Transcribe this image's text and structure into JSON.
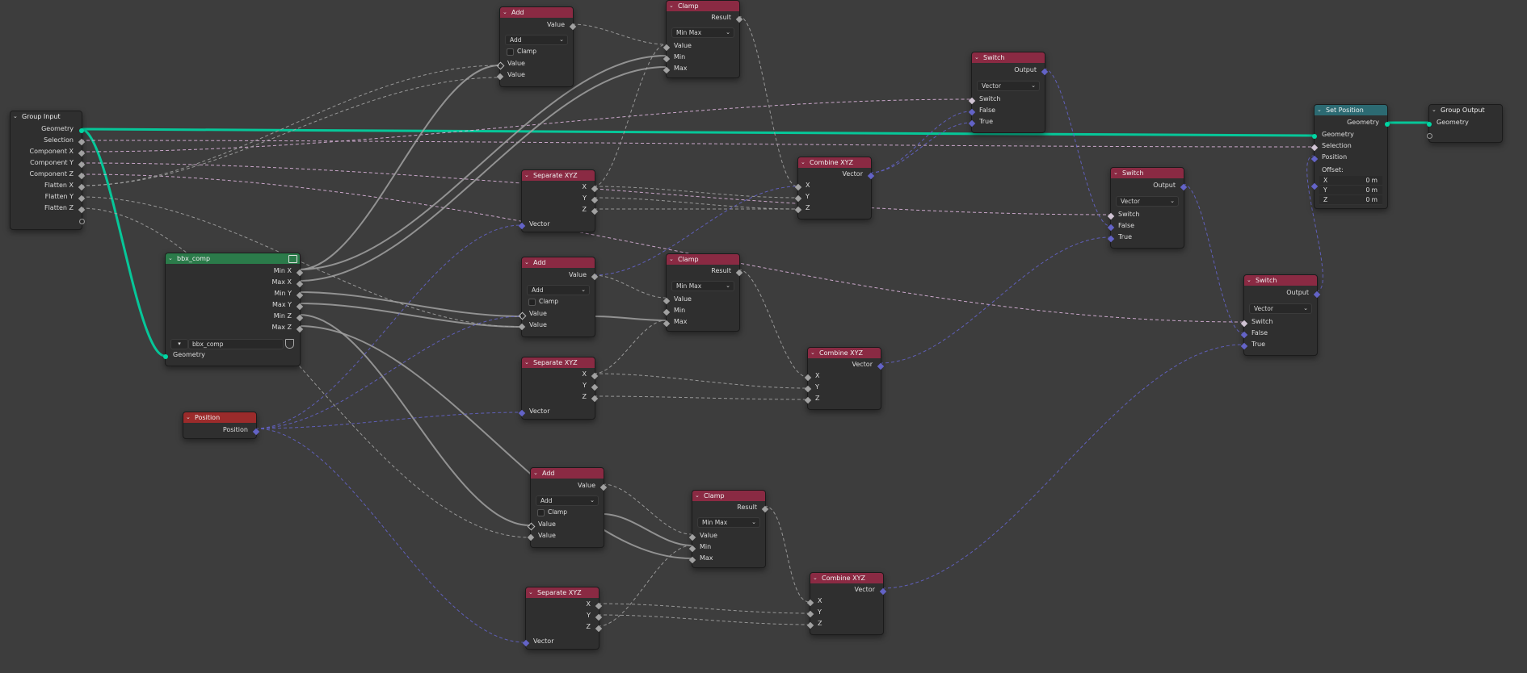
{
  "nodes": {
    "group_input": {
      "title": "Group Input",
      "outputs": [
        "Geometry",
        "Selection",
        "Component X",
        "Component Y",
        "Component Z",
        "Flatten X",
        "Flatten Y",
        "Flatten Z"
      ]
    },
    "bbx_comp": {
      "title": "bbx_comp",
      "outputs": [
        "Min X",
        "Max X",
        "Min Y",
        "Max Y",
        "Min Z",
        "Max Z"
      ],
      "datablock": "bbx_comp",
      "input": "Geometry"
    },
    "position": {
      "title": "Position",
      "output": "Position"
    },
    "add1": {
      "title": "Add",
      "output": "Value",
      "operation": "Add",
      "clamp_label": "Clamp",
      "inputs": [
        "Value",
        "Value"
      ]
    },
    "add2": {
      "title": "Add",
      "output": "Value",
      "operation": "Add",
      "clamp_label": "Clamp",
      "inputs": [
        "Value",
        "Value"
      ]
    },
    "add3": {
      "title": "Add",
      "output": "Value",
      "operation": "Add",
      "clamp_label": "Clamp",
      "inputs": [
        "Value",
        "Value"
      ]
    },
    "clamp1": {
      "title": "Clamp",
      "output": "Result",
      "mode": "Min Max",
      "inputs": [
        "Value",
        "Min",
        "Max"
      ]
    },
    "clamp2": {
      "title": "Clamp",
      "output": "Result",
      "mode": "Min Max",
      "inputs": [
        "Value",
        "Min",
        "Max"
      ]
    },
    "clamp3": {
      "title": "Clamp",
      "output": "Result",
      "mode": "Min Max",
      "inputs": [
        "Value",
        "Min",
        "Max"
      ]
    },
    "sep1": {
      "title": "Separate XYZ",
      "outputs": [
        "X",
        "Y",
        "Z"
      ],
      "input": "Vector"
    },
    "sep2": {
      "title": "Separate XYZ",
      "outputs": [
        "X",
        "Y",
        "Z"
      ],
      "input": "Vector"
    },
    "sep3": {
      "title": "Separate XYZ",
      "outputs": [
        "X",
        "Y",
        "Z"
      ],
      "input": "Vector"
    },
    "comb1": {
      "title": "Combine XYZ",
      "output": "Vector",
      "inputs": [
        "X",
        "Y",
        "Z"
      ]
    },
    "comb2": {
      "title": "Combine XYZ",
      "output": "Vector",
      "inputs": [
        "X",
        "Y",
        "Z"
      ]
    },
    "comb3": {
      "title": "Combine XYZ",
      "output": "Vector",
      "inputs": [
        "X",
        "Y",
        "Z"
      ]
    },
    "switch1": {
      "title": "Switch",
      "output": "Output",
      "type": "Vector",
      "inputs": [
        "Switch",
        "False",
        "True"
      ]
    },
    "switch2": {
      "title": "Switch",
      "output": "Output",
      "type": "Vector",
      "inputs": [
        "Switch",
        "False",
        "True"
      ]
    },
    "switch3": {
      "title": "Switch",
      "output": "Output",
      "type": "Vector",
      "inputs": [
        "Switch",
        "False",
        "True"
      ]
    },
    "set_position": {
      "title": "Set Position",
      "output": "Geometry",
      "inputs": [
        "Geometry",
        "Selection",
        "Position"
      ],
      "offset_label": "Offset:",
      "offset": [
        {
          "axis": "X",
          "value": "0 m"
        },
        {
          "axis": "Y",
          "value": "0 m"
        },
        {
          "axis": "Z",
          "value": "0 m"
        }
      ]
    },
    "group_output": {
      "title": "Group Output",
      "input": "Geometry"
    }
  },
  "colors": {
    "background": "#3d3d3d",
    "node_body": "#2f2f2f",
    "header_math": "#8a2a43",
    "header_input": "#9b2b2b",
    "header_group": "#2b7b4a",
    "header_geometry": "#2c6a72",
    "socket_float": "#a1a1a1",
    "socket_vector": "#6363c7",
    "socket_geometry": "#00d6a3",
    "wire_boolean": "#d9b3d9"
  }
}
